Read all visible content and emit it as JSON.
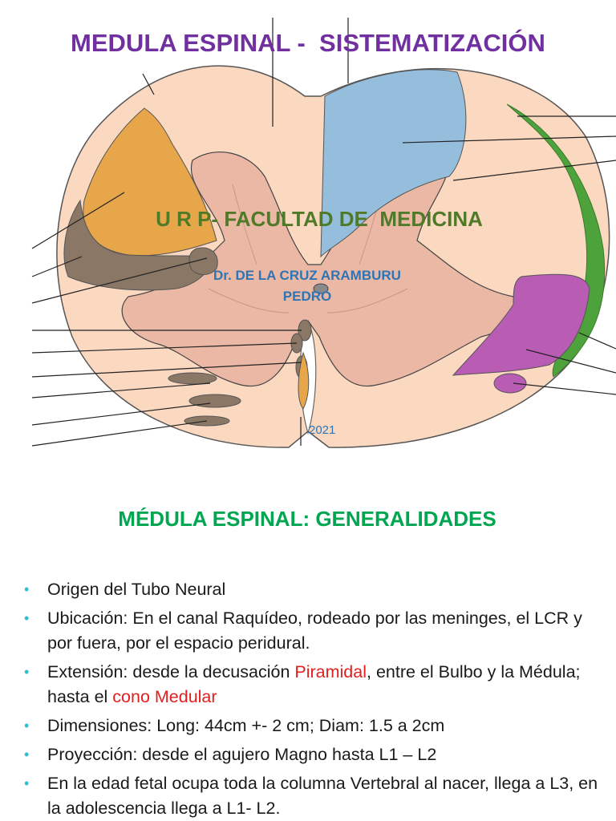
{
  "slide1": {
    "title": "MEDULA ESPINAL -  SISTEMATIZACIÓN",
    "subtitle": "U R P- FACULTAD DE  MEDICINA",
    "author_line1": "Dr. DE LA CRUZ ARAMBURU",
    "author_line2": "PEDRO",
    "year": "2021"
  },
  "slide2": {
    "heading": "MÉDULA ESPINAL: GENERALIDADES",
    "bullets": [
      {
        "text": "Origen del Tubo Neural"
      },
      {
        "text": "Ubicación: En el canal Raquídeo, rodeado por las meninges, el LCR y por fuera, por el espacio  peridural."
      },
      {
        "pre": "Extensión: desde la decusación ",
        "hl1": "Piramidal",
        "mid": ", entre el  Bulbo y la Médula; hasta el ",
        "hl2": "cono Medular"
      },
      {
        "text": "Dimensiones: Long: 44cm +- 2 cm; Diam: 1.5 a  2cm"
      },
      {
        "text": "Proyección: desde el agujero Magno hasta L1 – L2"
      },
      {
        "text": "En la edad fetal ocupa toda la columna Vertebral  al nacer, llega a L3, en la adolescencia llega a L1-  L2."
      }
    ]
  },
  "colors": {
    "title_purple": "#7030a0",
    "subtitle_green": "#4f7a28",
    "author_blue": "#2e75b6",
    "heading_green": "#00a650",
    "bullet_cyan": "#2ebfd0",
    "highlight_red": "#e02020",
    "tract_orange": "#e8a64a",
    "tract_blue": "#95bedc",
    "tract_green": "#4ea23c",
    "tract_magenta": "#b85cb4",
    "tract_dark": "#8a7766"
  },
  "icons": {
    "bullet": "bullet-dot-icon"
  }
}
